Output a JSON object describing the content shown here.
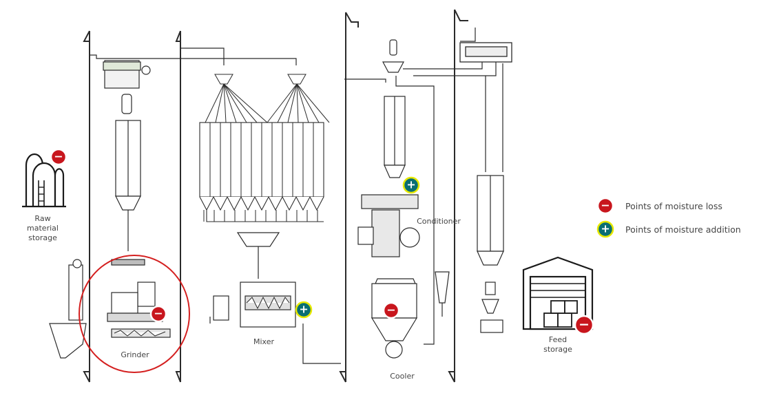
{
  "labels": {
    "raw_material_line1": "Raw",
    "raw_material_line2": "material",
    "raw_material_line3": "storage",
    "grinder": "Grinder",
    "mixer": "Mixer",
    "conditioner": "Conditioner",
    "cooler": "Cooler",
    "feed_storage_line1": "Feed",
    "feed_storage_line2": "storage"
  },
  "legend": {
    "loss_label": "Points of moisture loss",
    "addition_label": "Points of moisture addition"
  },
  "markers": {
    "loss_symbol": "−",
    "addition_symbol": "+"
  },
  "colors": {
    "loss_fill": "#c8161d",
    "addition_fill": "#0a6e73",
    "addition_ring": "#e6e800",
    "highlight_circle": "#d41f1f",
    "line": "#2a2a2a"
  },
  "icons": {
    "raw_storage": "silo-icon",
    "feed_storage": "warehouse-icon"
  }
}
